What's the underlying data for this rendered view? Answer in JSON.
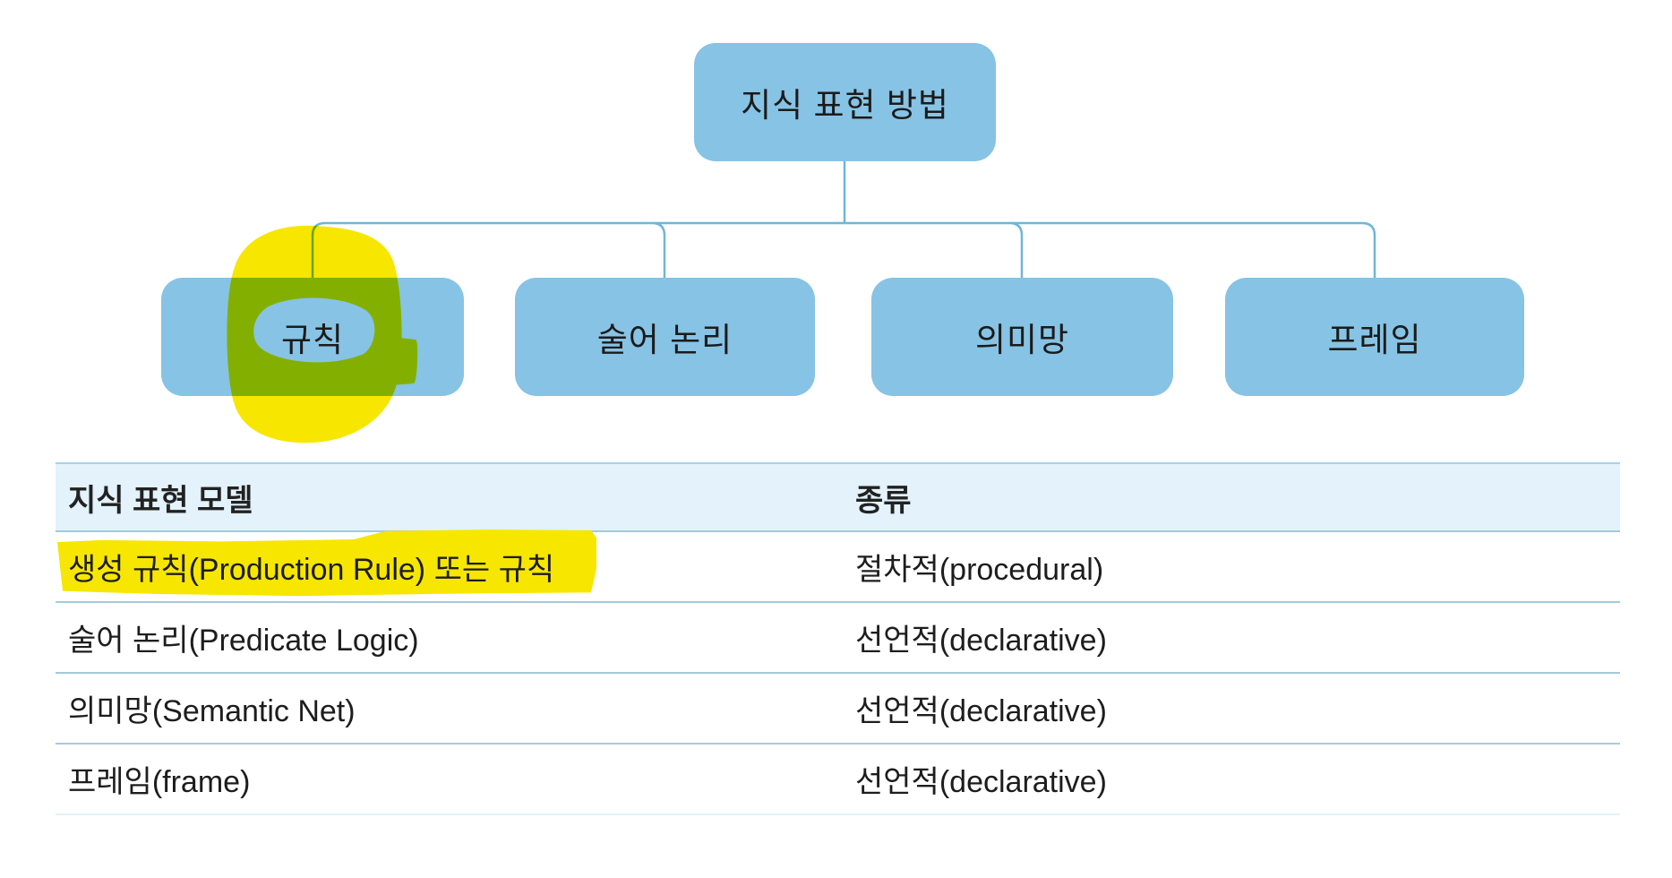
{
  "diagram": {
    "root": {
      "label": "지식 표현 방법"
    },
    "children": [
      {
        "label": "규칙",
        "annotated": true
      },
      {
        "label": "술어 논리",
        "annotated": false
      },
      {
        "label": "의미망",
        "annotated": false
      },
      {
        "label": "프레임",
        "annotated": false
      }
    ],
    "annotation": "hand-drawn highlighter circle around first child node"
  },
  "table": {
    "headers": [
      "지식 표현 모델",
      "종류"
    ],
    "rows": [
      {
        "model": "생성 규칙(Production Rule) 또는 규칙",
        "type": "절차적(procedural)",
        "highlighted": true
      },
      {
        "model": "술어 논리(Predicate Logic)",
        "type": "선언적(declarative)",
        "highlighted": false
      },
      {
        "model": "의미망(Semantic Net)",
        "type": "선언적(declarative)",
        "highlighted": false
      },
      {
        "model": "프레임(frame)",
        "type": "선언적(declarative)",
        "highlighted": false
      }
    ]
  },
  "colors": {
    "node_fill": "#87C3E4",
    "connector": "#6FB6D8",
    "header_band": "#E3F2FB",
    "row_border": "#A3CBDB",
    "highlight_yellow": "#F7E600",
    "highlight_over_blue": "#7ABA2F"
  }
}
